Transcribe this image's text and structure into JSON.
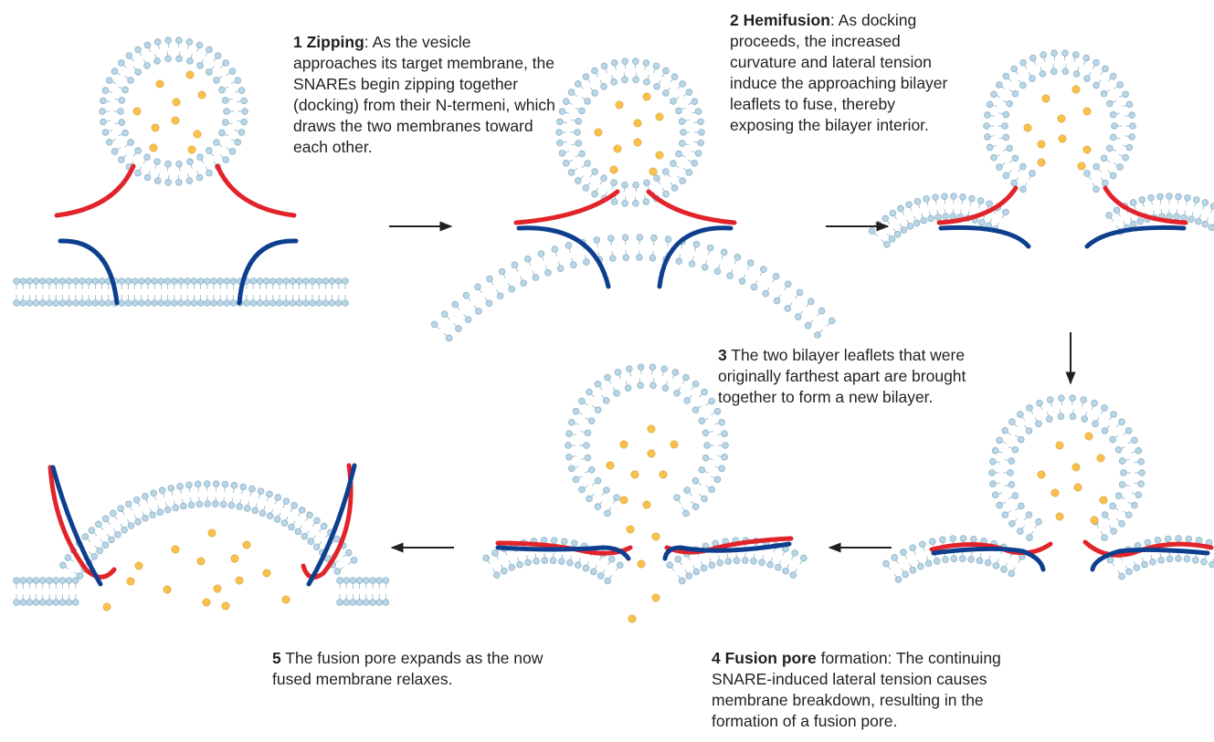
{
  "steps": [
    {
      "number": "1",
      "title": "Zipping",
      "sep": ": ",
      "text": "As the vesicle approaches its target membrane, the SNAREs begin zipping together (docking) from their N-termeni, which draws the two membranes toward each other."
    },
    {
      "number": "2",
      "title": "Hemifusion",
      "sep": ": ",
      "text": "As docking proceeds, the increased curvature and lateral tension induce the approaching bilayer leaflets to fuse, thereby exposing the bilayer interior."
    },
    {
      "number": "3",
      "title": "",
      "sep": "",
      "text": "The two bilayer leaflets that were originally farthest apart are brought together to form a new bilayer."
    },
    {
      "number": "4",
      "title": "Fusion pore",
      "sep": " ",
      "text": "formation: The continuing SNARE-induced lateral tension causes membrane breakdown, resulting in the formation of a fusion pore."
    },
    {
      "number": "5",
      "title": "",
      "sep": "",
      "text": "The fusion pore expands as the now fused membrane relaxes."
    }
  ],
  "colors": {
    "lipid_head": "#b9d6e6",
    "lipid_stroke": "#8fb3c8",
    "cargo": "#f7c14c",
    "v_snare": "#e2232a",
    "t_snare": "#0e3f8f",
    "arrow": "#231f20",
    "text": "#231f20"
  },
  "icons": [
    "vesicle-bilayer",
    "target-membrane",
    "v-snare",
    "t-snare",
    "cargo-molecule",
    "process-arrow"
  ]
}
